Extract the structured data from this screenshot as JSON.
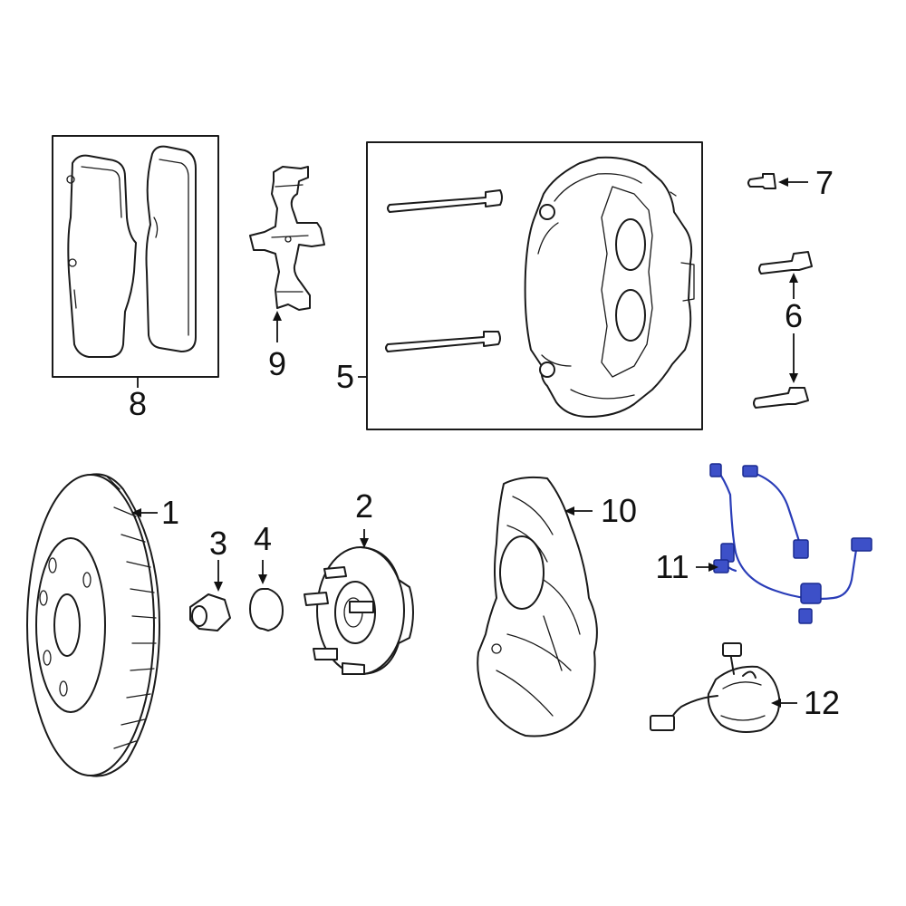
{
  "callouts": {
    "c1": "1",
    "c2": "2",
    "c3": "3",
    "c4": "4",
    "c5": "5",
    "c6": "6",
    "c7": "7",
    "c8": "8",
    "c9": "9",
    "c10": "10",
    "c11": "11",
    "c12": "12"
  },
  "colors": {
    "line": "#1a1a1a",
    "highlight": "#2a3db8",
    "background": "#ffffff"
  }
}
